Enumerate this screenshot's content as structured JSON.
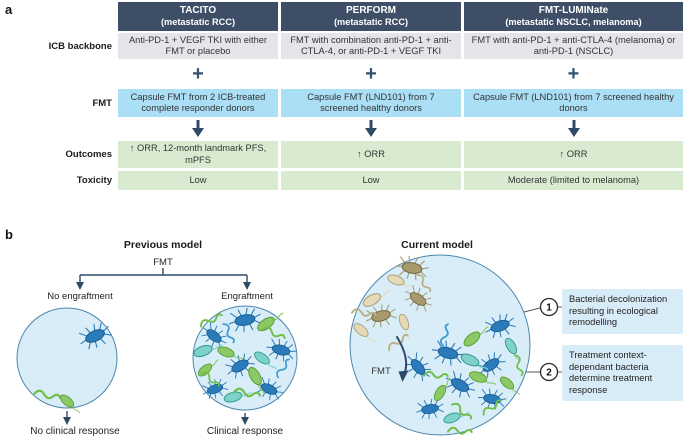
{
  "panel_a": {
    "label": "a",
    "row_labels": {
      "icb_backbone": "ICB backbone",
      "fmt": "FMT",
      "outcomes": "Outcomes",
      "toxicity": "Toxicity"
    },
    "plus_symbol": "+",
    "columns": [
      {
        "trial": "TACITO",
        "population": "(metastatic RCC)",
        "icb_backbone": "Anti-PD-1 + VEGF TKI with either FMT or placebo",
        "fmt": "Capsule FMT from 2 ICB-treated complete responder donors",
        "outcomes": "↑ ORR, 12-month landmark PFS, mPFS",
        "toxicity": "Low"
      },
      {
        "trial": "PERFORM",
        "population": "(metastatic RCC)",
        "icb_backbone": "FMT with combination anti-PD-1 + anti-CTLA-4, or anti-PD-1 + VEGF TKI",
        "fmt": "Capsule FMT (LND101) from 7 screened healthy donors",
        "outcomes": "↑ ORR",
        "toxicity": "Low"
      },
      {
        "trial": "FMT-LUMINate",
        "population": "(metastatic NSCLC, melanoma)",
        "icb_backbone": "FMT with anti-PD-1 + anti-CTLA-4 (melanoma) or anti-PD-1 (NSCLC)",
        "fmt": "Capsule FMT (LND101) from 7 screened healthy donors",
        "outcomes": "↑ ORR",
        "toxicity": "Moderate (limited to melanoma)"
      }
    ]
  },
  "panel_b": {
    "label": "b",
    "previous_model": {
      "title": "Previous model",
      "fmt_label": "FMT",
      "no_engraftment_label": "No engraftment",
      "engraftment_label": "Engraftment",
      "no_response_label": "No clinical response",
      "response_label": "Clinical response"
    },
    "current_model": {
      "title": "Current model",
      "fmt_label": "FMT",
      "notes": [
        {
          "number": "1",
          "text": "Bacterial decolonization resulting in ecological remodelling"
        },
        {
          "number": "2",
          "text": "Treatment context-dependant bacteria determine treatment response"
        }
      ]
    }
  },
  "icons": {
    "plus": "plus-icon",
    "down_arrow": "down-arrow-icon",
    "up_arrow_in_text": "↑",
    "organisms": [
      "blue-bacterium-icon",
      "olive-bacterium-icon",
      "green-rod-bacterium-icon",
      "teal-rod-bacterium-icon",
      "tan-rod-bacterium-icon",
      "green-worm-icon",
      "blue-worm-icon",
      "tan-worm-icon"
    ]
  },
  "colors": {
    "header_navy": "#3d4e66",
    "grey_row": "#e3e5e8",
    "blue_row": "#abdff6",
    "green_row": "#d8ebd0",
    "accent_navy": "#2e4a68",
    "note_blue": "#d8ecf8",
    "dish_fill": "#d9edf9",
    "dish_stroke": "#4d86ad",
    "bacterium_blue": "#2b7ab9",
    "bacterium_green": "#8cc863",
    "bacterium_teal": "#7ed2c9",
    "bacterium_tan": "#e4dab8",
    "bacterium_olive": "#a89a6c"
  }
}
